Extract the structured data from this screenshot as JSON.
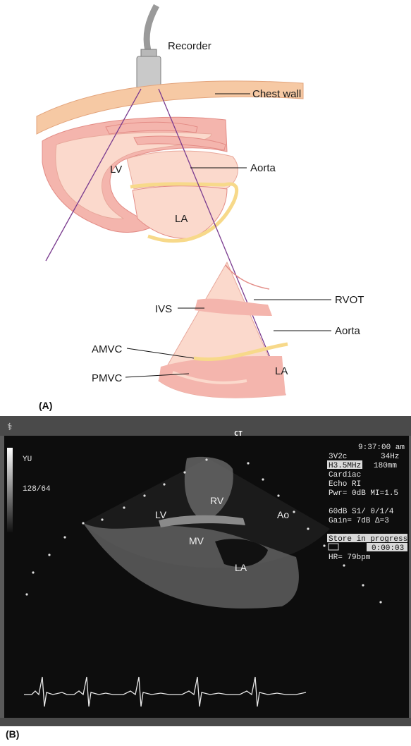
{
  "panel_a": {
    "letter": "(A)",
    "labels": {
      "recorder": "Recorder",
      "chest_wall": "Chest wall",
      "aorta_top": "Aorta",
      "lv": "LV",
      "la_top": "LA",
      "ivs": "IVS",
      "rvot": "RVOT",
      "aorta_bottom": "Aorta",
      "amvc": "AMVC",
      "pmvc": "PMVC",
      "la_bottom": "LA"
    },
    "colors": {
      "chest_wall": "#f6c9a4",
      "myocardium": "#f4b5ad",
      "blood": "#fbd9cc",
      "valve_yellow": "#f7d98a",
      "scan_line": "#7a3b8f"
    }
  },
  "panel_b": {
    "letter": "(B)",
    "left_readout": [
      "YU",
      "128/64"
    ],
    "ct_mark": "CT",
    "right_readout": {
      "time": "9:37:00 am",
      "probe": "3V2c",
      "frame_rate": "34Hz",
      "freq": "H3.5MHz",
      "depth": "180mm",
      "preset1": "Cardiac",
      "preset2": "Echo RI",
      "pwr": "Pwr=  0dB MI=1.5",
      "db": "60dB  S1/ 0/1/4",
      "gain": "Gain=  7dB   Δ=3",
      "store": "Store in progress",
      "timer": "0:00:03",
      "hr": "HR= 79bpm"
    },
    "anatomy": {
      "rv": "RV",
      "lv": "LV",
      "ao": "Ao",
      "mv": "MV",
      "la": "LA"
    }
  }
}
